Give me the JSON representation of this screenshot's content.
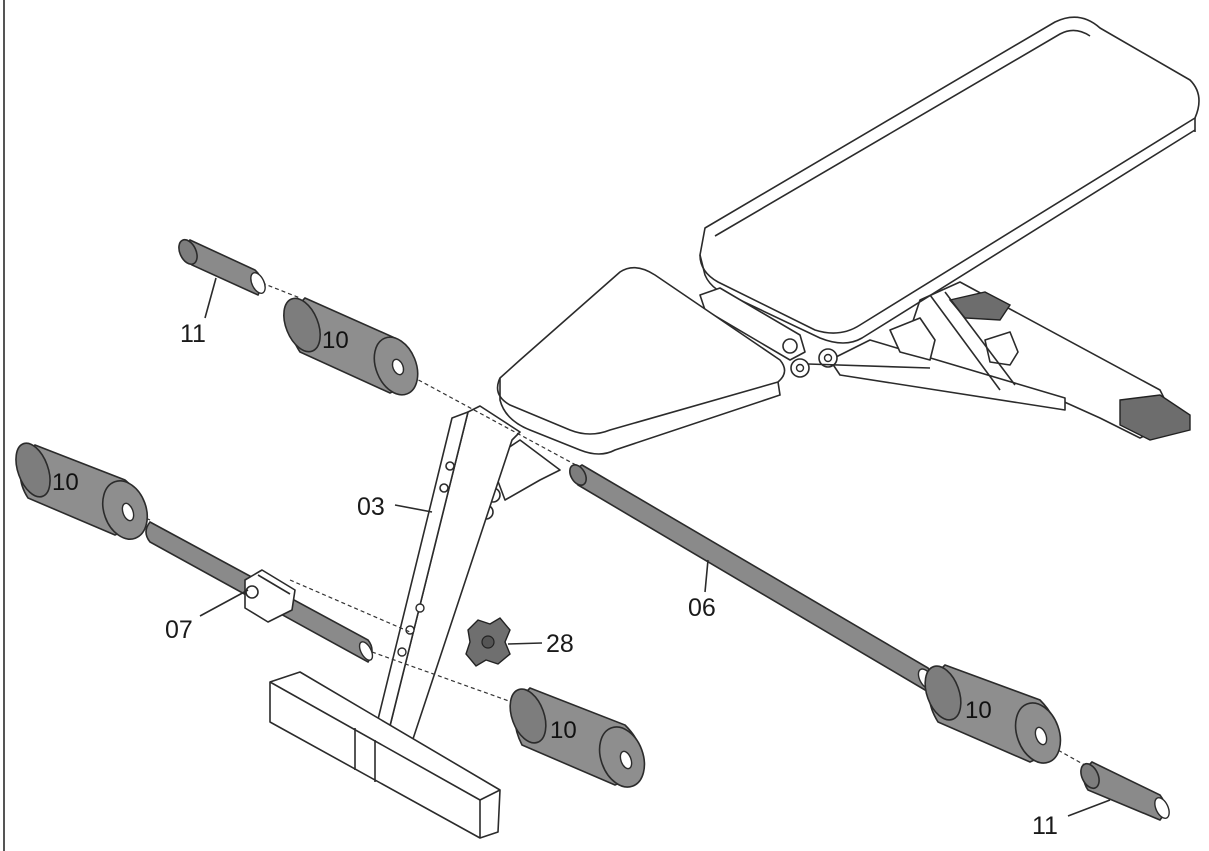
{
  "diagram": {
    "colors": {
      "foam": "#8e8e8e",
      "line": "#2b2b2b",
      "background": "#ffffff"
    },
    "labels": {
      "part_11_top": "11",
      "part_11_bottom": "11",
      "part_03": "03",
      "part_07": "07",
      "part_06": "06",
      "part_28": "28",
      "roller_top": "10",
      "roller_left": "10",
      "roller_center": "10",
      "roller_right": "10"
    }
  }
}
